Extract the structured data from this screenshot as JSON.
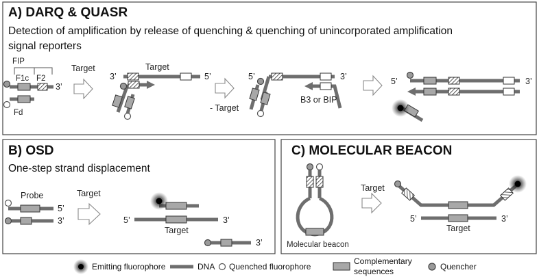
{
  "panels": {
    "a": {
      "title": "A) DARQ & QUASR",
      "subtitle_1": "Detection of amplification by release of quenching & quenching of unincorporated amplification",
      "subtitle_2": "signal reporters",
      "fip": "FIP",
      "f1c": "F1c",
      "f2": "F2",
      "fd": "Fd",
      "target_arrow": "Target",
      "target_strand": "Target",
      "minus_target": "- Target",
      "b3_bip": "B3 or BIP",
      "three_prime": "3’",
      "five_prime": "5’"
    },
    "b": {
      "title": "B) OSD",
      "subtitle": "One-step strand displacement",
      "probe": "Probe",
      "target_arrow": "Target",
      "target_strand": "Target",
      "three_prime": "3’",
      "five_prime": "5’"
    },
    "c": {
      "title": "C) MOLECULAR BEACON",
      "target_arrow": "Target",
      "target_strand": "Target",
      "beacon": "Molecular beacon",
      "three_prime": "3’",
      "five_prime": "5’"
    }
  },
  "legend": {
    "emitting": "Emitting fluorophore",
    "dna": "DNA",
    "quenched": "Quenched fluorophore",
    "complementary_1": "Complementary",
    "complementary_2": "sequences",
    "quencher": "Quencher"
  }
}
